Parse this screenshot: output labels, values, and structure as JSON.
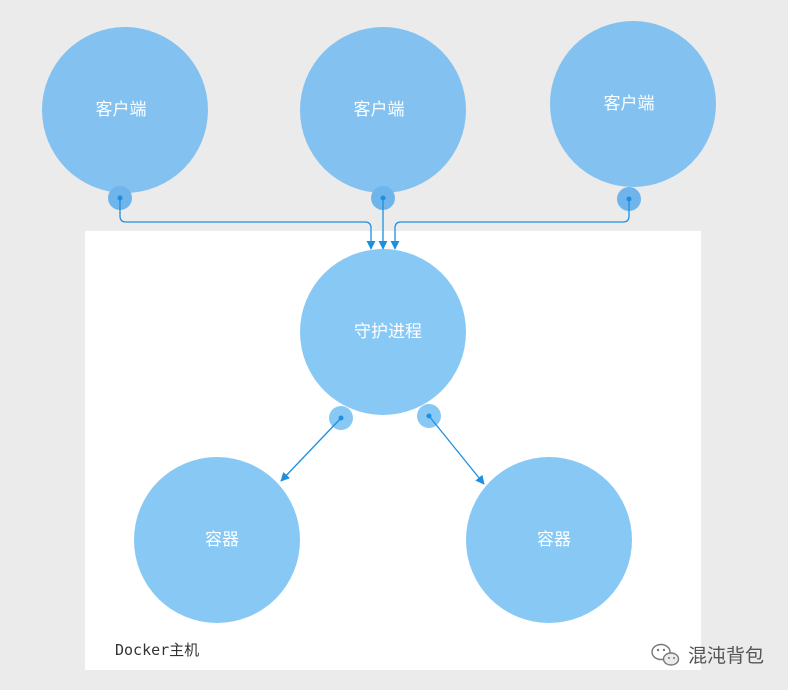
{
  "colors": {
    "background": "#ebebeb",
    "host_fill": "#ffffff",
    "client_fill": "#82c1f0",
    "daemon_fill": "#87c8f5",
    "container_fill": "#87c8f5",
    "port_fill": "#6fb5ec",
    "connector": "#1e8fe0"
  },
  "diagram": {
    "clients": [
      {
        "label": "客户端"
      },
      {
        "label": "客户端"
      },
      {
        "label": "客户端"
      }
    ],
    "daemon": {
      "label": "守护进程"
    },
    "containers": [
      {
        "label": "容器"
      },
      {
        "label": "容器"
      }
    ],
    "host": {
      "label": "Docker主机"
    },
    "edges": [
      {
        "from": "client-1",
        "to": "daemon"
      },
      {
        "from": "client-2",
        "to": "daemon"
      },
      {
        "from": "client-3",
        "to": "daemon"
      },
      {
        "from": "daemon",
        "to": "container-1"
      },
      {
        "from": "daemon",
        "to": "container-2"
      }
    ]
  },
  "watermark": {
    "text": "混沌背包",
    "icon": "wechat-icon"
  }
}
